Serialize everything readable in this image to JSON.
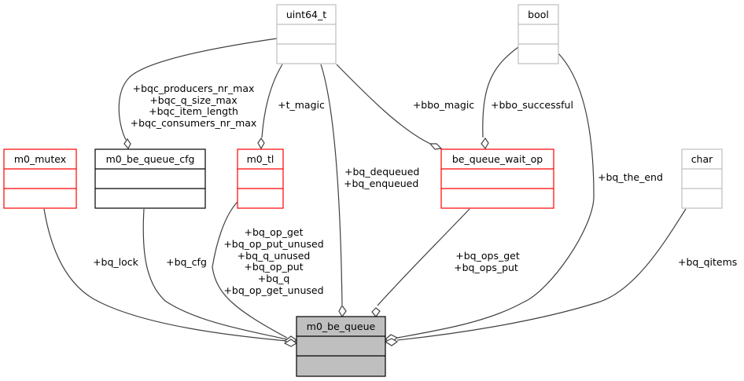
{
  "diagram": {
    "type": "collaboration-graph",
    "nodes": {
      "uint64_t": {
        "label": "uint64_t",
        "style": "external",
        "border": "#bfbfbf",
        "fill": "#ffffff"
      },
      "bool": {
        "label": "bool",
        "style": "external",
        "border": "#bfbfbf",
        "fill": "#ffffff"
      },
      "m0_mutex": {
        "label": "m0_mutex",
        "style": "documented-incomplete",
        "border": "#ff0000",
        "fill": "#ffffff"
      },
      "m0_be_queue_cfg": {
        "label": "m0_be_queue_cfg",
        "style": "documented",
        "border": "#000000",
        "fill": "#ffffff"
      },
      "m0_tl": {
        "label": "m0_tl",
        "style": "documented-incomplete",
        "border": "#ff0000",
        "fill": "#ffffff"
      },
      "be_queue_wait_op": {
        "label": "be_queue_wait_op",
        "style": "documented-incomplete",
        "border": "#ff0000",
        "fill": "#ffffff"
      },
      "char": {
        "label": "char",
        "style": "external",
        "border": "#bfbfbf",
        "fill": "#ffffff"
      },
      "m0_be_queue": {
        "label": "m0_be_queue",
        "style": "focus",
        "border": "#000000",
        "fill": "#bfbfbf"
      }
    },
    "edges": [
      {
        "from": "uint64_t",
        "to": "m0_be_queue_cfg",
        "labels": [
          "+bqc_producers_nr_max",
          "+bqc_q_size_max",
          "+bqc_item_length",
          "+bqc_consumers_nr_max"
        ]
      },
      {
        "from": "uint64_t",
        "to": "m0_tl",
        "labels": [
          "+t_magic"
        ]
      },
      {
        "from": "uint64_t",
        "to": "m0_be_queue",
        "labels": [
          "+bq_dequeued",
          "+bq_enqueued"
        ]
      },
      {
        "from": "uint64_t",
        "to": "be_queue_wait_op",
        "labels": [
          "+bbo_magic"
        ]
      },
      {
        "from": "bool",
        "to": "be_queue_wait_op",
        "labels": [
          "+bbo_successful"
        ]
      },
      {
        "from": "bool",
        "to": "m0_be_queue",
        "labels": [
          "+bq_the_end"
        ]
      },
      {
        "from": "m0_mutex",
        "to": "m0_be_queue",
        "labels": [
          "+bq_lock"
        ]
      },
      {
        "from": "m0_be_queue_cfg",
        "to": "m0_be_queue",
        "labels": [
          "+bq_cfg"
        ]
      },
      {
        "from": "m0_tl",
        "to": "m0_be_queue",
        "labels": [
          "+bq_op_get",
          "+bq_op_put_unused",
          "+bq_q_unused",
          "+bq_op_put",
          "+bq_q",
          "+bq_op_get_unused"
        ]
      },
      {
        "from": "be_queue_wait_op",
        "to": "m0_be_queue",
        "labels": [
          "+bq_ops_get",
          "+bq_ops_put"
        ]
      },
      {
        "from": "char",
        "to": "m0_be_queue",
        "labels": [
          "+bq_qitems"
        ]
      }
    ]
  }
}
